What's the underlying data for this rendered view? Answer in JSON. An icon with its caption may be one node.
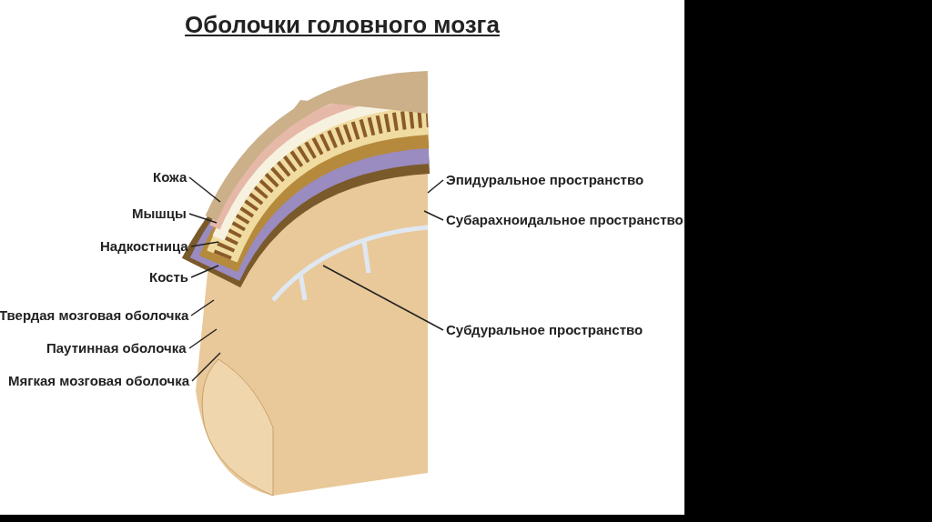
{
  "diagram": {
    "title": "Оболочки головного мозга",
    "nodes": [
      {
        "text": [
          "Кожа"
        ]
      },
      {
        "text": [
          "Мышцы"
        ]
      },
      {
        "text": [
          "Надкостница"
        ]
      },
      {
        "text": [
          "Кость"
        ]
      },
      {
        "text": [
          "Твердая мозговая оболочка"
        ]
      },
      {
        "text": [
          "Паутинная оболочка"
        ]
      },
      {
        "text": [
          "Мягкая мозговая оболочка"
        ]
      },
      {
        "text": [
          "Эпидуральное пространство"
        ]
      },
      {
        "text": [
          "Субарахноидальное пространство"
        ]
      },
      {
        "text": [
          "Субдуральное пространство"
        ]
      }
    ],
    "edges": [
      {
        "from": 0,
        "to": null,
        "arrow": "none"
      },
      {
        "from": 1,
        "to": null,
        "arrow": "none"
      },
      {
        "from": 2,
        "to": null,
        "arrow": "none"
      },
      {
        "from": 3,
        "to": null,
        "arrow": "none"
      },
      {
        "from": 4,
        "to": null,
        "arrow": "none"
      },
      {
        "from": 5,
        "to": null,
        "arrow": "none"
      },
      {
        "from": 6,
        "to": null,
        "arrow": "none"
      },
      {
        "from": 7,
        "to": null,
        "arrow": "none"
      },
      {
        "from": 8,
        "to": null,
        "arrow": "none"
      },
      {
        "from": 9,
        "to": null,
        "arrow": "none"
      }
    ]
  }
}
